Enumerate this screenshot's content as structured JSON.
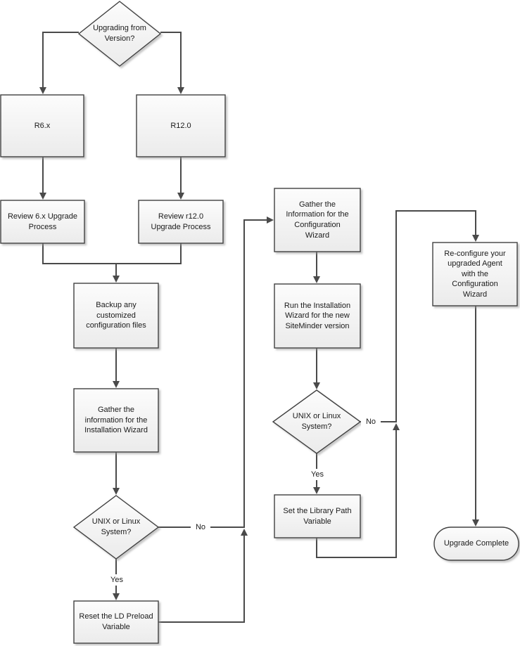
{
  "diagram": {
    "type": "flowchart",
    "colors": {
      "background": "#ffffff",
      "connector": "#4a4a4a",
      "node_border": "#404040",
      "node_fill_top": "#fcfcfc",
      "node_fill_bottom": "#ebebeb",
      "text": "#1a1a1a",
      "shadow": "#9a9a9a"
    },
    "nodes": {
      "upgrading": {
        "type": "decision",
        "label": "Upgrading from\nVersion?"
      },
      "r6x": {
        "type": "process",
        "label": "R6.x"
      },
      "r120": {
        "type": "process",
        "label": "R12.0"
      },
      "review6x": {
        "type": "process",
        "label": "Review 6.x Upgrade\nProcess"
      },
      "reviewr120": {
        "type": "process",
        "label": "Review r12.0\nUpgrade Process"
      },
      "backup": {
        "type": "process",
        "label": "Backup any\ncustomized\nconfiguration files"
      },
      "gather_install": {
        "type": "process",
        "label": "Gather the\ninformation for the\nInstallation Wizard"
      },
      "unix1": {
        "type": "decision",
        "label": "UNIX or Linux\nSystem?"
      },
      "reset_ld": {
        "type": "process",
        "label": "Reset the LD Preload\nVariable"
      },
      "gather_config": {
        "type": "process",
        "label": "Gather the\nInformation for the\nConfiguration\nWizard"
      },
      "run_install": {
        "type": "process",
        "label": "Run the Installation\nWizard for the new\nSiteMinder version"
      },
      "unix2": {
        "type": "decision",
        "label": "UNIX or Linux\nSystem?"
      },
      "set_library": {
        "type": "process",
        "label": "Set the Library Path\nVariable"
      },
      "reconfigure": {
        "type": "process",
        "label": "Re-configure your\nupgraded Agent\nwith the\nConfiguration\nWizard"
      },
      "complete": {
        "type": "terminator",
        "label": "Upgrade Complete"
      }
    },
    "edge_labels": {
      "no1": "No",
      "yes1": "Yes",
      "no2": "No",
      "yes2": "Yes"
    }
  }
}
